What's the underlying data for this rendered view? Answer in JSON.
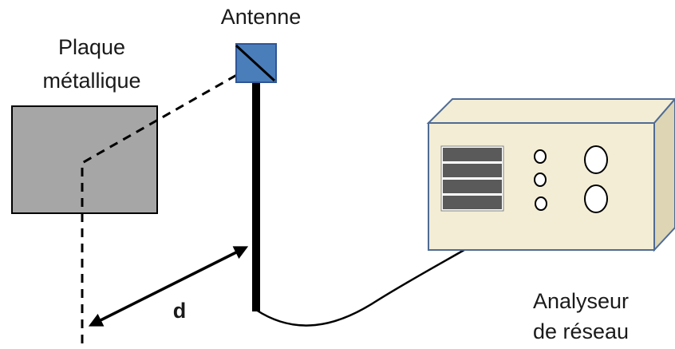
{
  "labels": {
    "antenna": "Antenne",
    "plate_line1": "Plaque",
    "plate_line2": "métallique",
    "distance": "d",
    "analyzer_line1": "Analyseur",
    "analyzer_line2": "de réseau"
  },
  "colors": {
    "plate_fill": "#a6a6a6",
    "antenna_fill": "#4a7ebb",
    "analyzer_front": "#f3edd5",
    "analyzer_side": "#ddd5b3",
    "analyzer_border": "#4f6b94",
    "screen_bars": "#5a5a5a",
    "line": "#000000"
  }
}
